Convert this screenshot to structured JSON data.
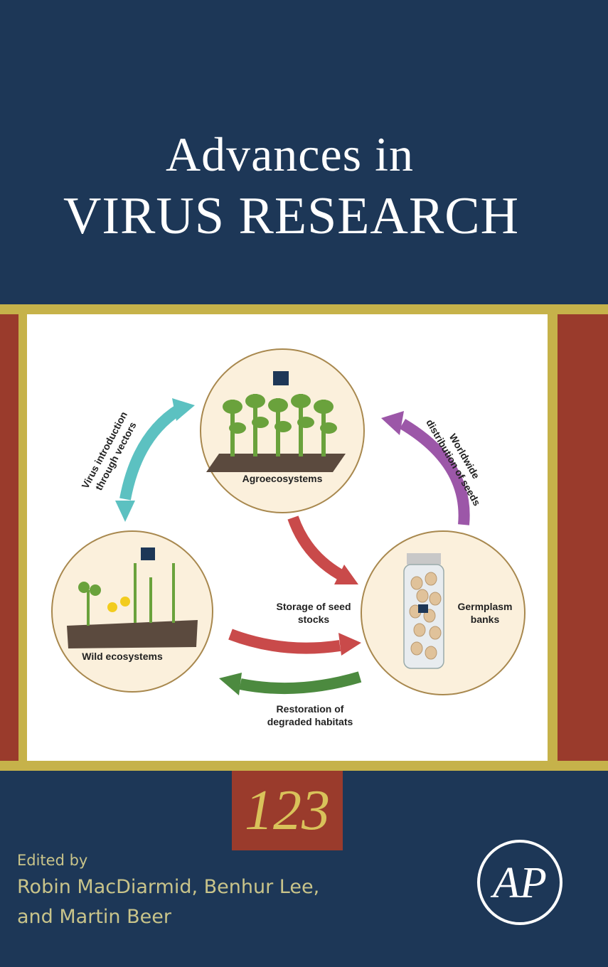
{
  "series": {
    "title_line1": "Advances in",
    "title_line2": "VIRUS RESEARCH"
  },
  "volume": "123",
  "editors": {
    "edited_by": "Edited by",
    "line1": "Robin MacDiarmid, Benhur Lee,",
    "line2": "and Martin Beer"
  },
  "diagram": {
    "nodes": {
      "agro": "Agroecosystems",
      "wild": "Wild ecosystems",
      "germ1": "Germplasm",
      "germ2": "banks"
    },
    "flows": {
      "virus1": "Virus introduction",
      "virus2": "through vectors",
      "world1": "Worldwide",
      "world2": "distribution of seeds",
      "storage1": "Storage of seed",
      "storage2": "stocks",
      "restore1": "Restoration of",
      "restore2": "degraded habitats"
    }
  },
  "publisher_logo": {
    "letters": "AP"
  },
  "colors": {
    "navy": "#1d3757",
    "gold": "#c6b24a",
    "rust": "#9a3b2c",
    "arrow_teal": "#5cc1c1",
    "arrow_purple": "#9c57a8",
    "arrow_red": "#c94a4a",
    "arrow_green": "#4c8a3f"
  }
}
